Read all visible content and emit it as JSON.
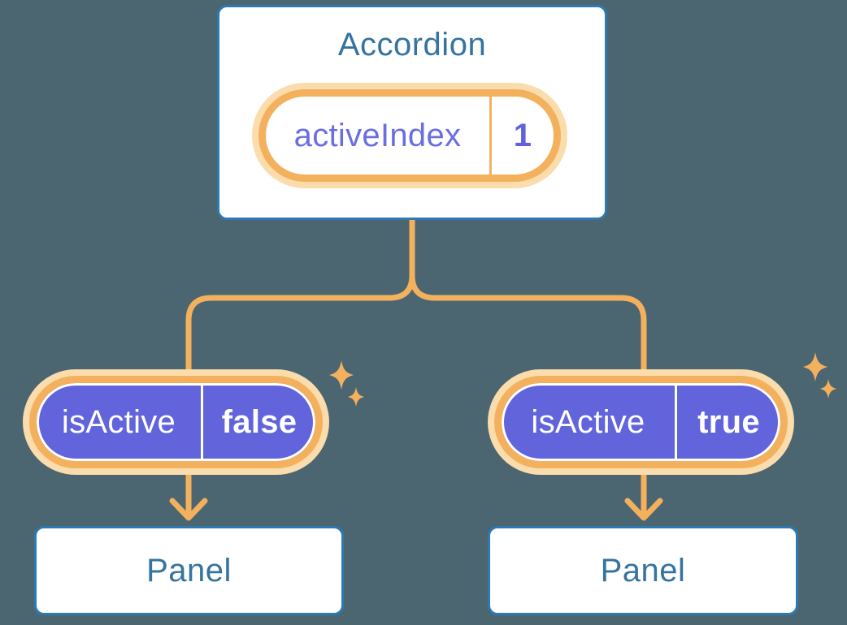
{
  "colors": {
    "background": "#4B6671",
    "card_border_blue": "#2D79B2",
    "heading_blue": "#35749F",
    "accent_orange": "#F3B15E",
    "accent_orange_halo": "#FBDCAD",
    "pill_purple_fill": "#6164DA",
    "pill_purple_label": "#FFFFFF",
    "state_name_purple": "#6B6EE1",
    "state_value_purple": "#5F62DB"
  },
  "accordion": {
    "title": "Accordion",
    "prop": {
      "name": "activeIndex",
      "value": "1"
    }
  },
  "children": [
    {
      "prop": {
        "name": "isActive",
        "value": "false"
      },
      "panel": {
        "title": "Panel"
      }
    },
    {
      "prop": {
        "name": "isActive",
        "value": "true"
      },
      "panel": {
        "title": "Panel"
      }
    }
  ]
}
